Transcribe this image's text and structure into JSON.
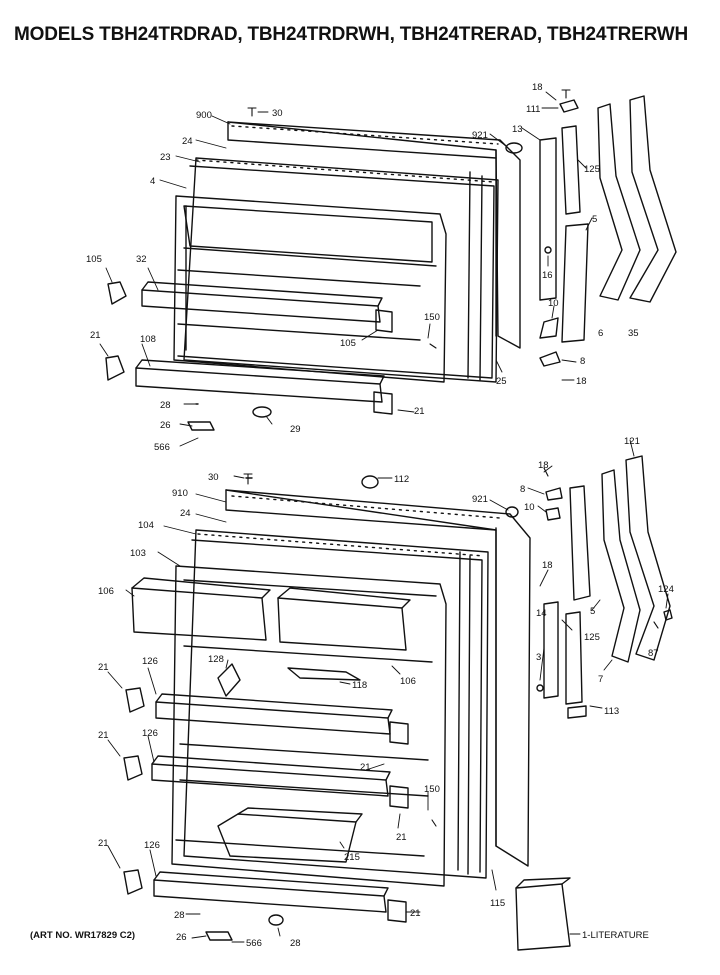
{
  "title": "MODELS TBH24TRDRAD, TBH24TRDRWH, TBH24TRERAD, TBH24TRERWH",
  "art_no": "(ART NO. WR17829 C2)",
  "callouts": {
    "c30_top": "30",
    "c900": "900",
    "c24_top": "24",
    "c23": "23",
    "c4": "4",
    "c921_top": "921",
    "c13": "13",
    "c18_top": "18",
    "c111": "111",
    "c125_top": "125",
    "c5_top": "5",
    "c16_top": "16",
    "c10_top": "10",
    "c6": "6",
    "c35": "35",
    "c8_top": "8",
    "c18_mid": "18",
    "c25": "25",
    "c105_a": "105",
    "c32": "32",
    "c105_b": "105",
    "c150_top": "150",
    "c21_a": "21",
    "c108": "108",
    "c28_top": "28",
    "c26_top": "26",
    "c566_top": "566",
    "c29": "29",
    "c21_b": "21",
    "c30_mid": "30",
    "c112": "112",
    "c910": "910",
    "c24_bot": "24",
    "c104": "104",
    "c103": "103",
    "c106_a": "106",
    "c106_b": "106",
    "c921_bot": "921",
    "c8_bot": "8",
    "c10_bot": "10",
    "c18_bot": "18",
    "c18_r": "18",
    "c121": "121",
    "c126_a": "126",
    "c128": "128",
    "c118": "118",
    "c21_c": "21",
    "c21_d": "21",
    "c126_b": "126",
    "c21_e": "21",
    "c21_f": "21",
    "c14": "14",
    "c3": "3",
    "c125_bot": "125",
    "c5_bot": "5",
    "c7": "7",
    "c124": "124",
    "c87": "87",
    "c113": "113",
    "c150_bot": "150",
    "c215": "215",
    "c21_g": "21",
    "c126_c": "126",
    "c115": "115",
    "c28_bot": "28",
    "c21_h": "21",
    "c26_bot": "26",
    "c566_bot": "566",
    "c28_b2": "28",
    "literature": "1-LITERATURE"
  }
}
